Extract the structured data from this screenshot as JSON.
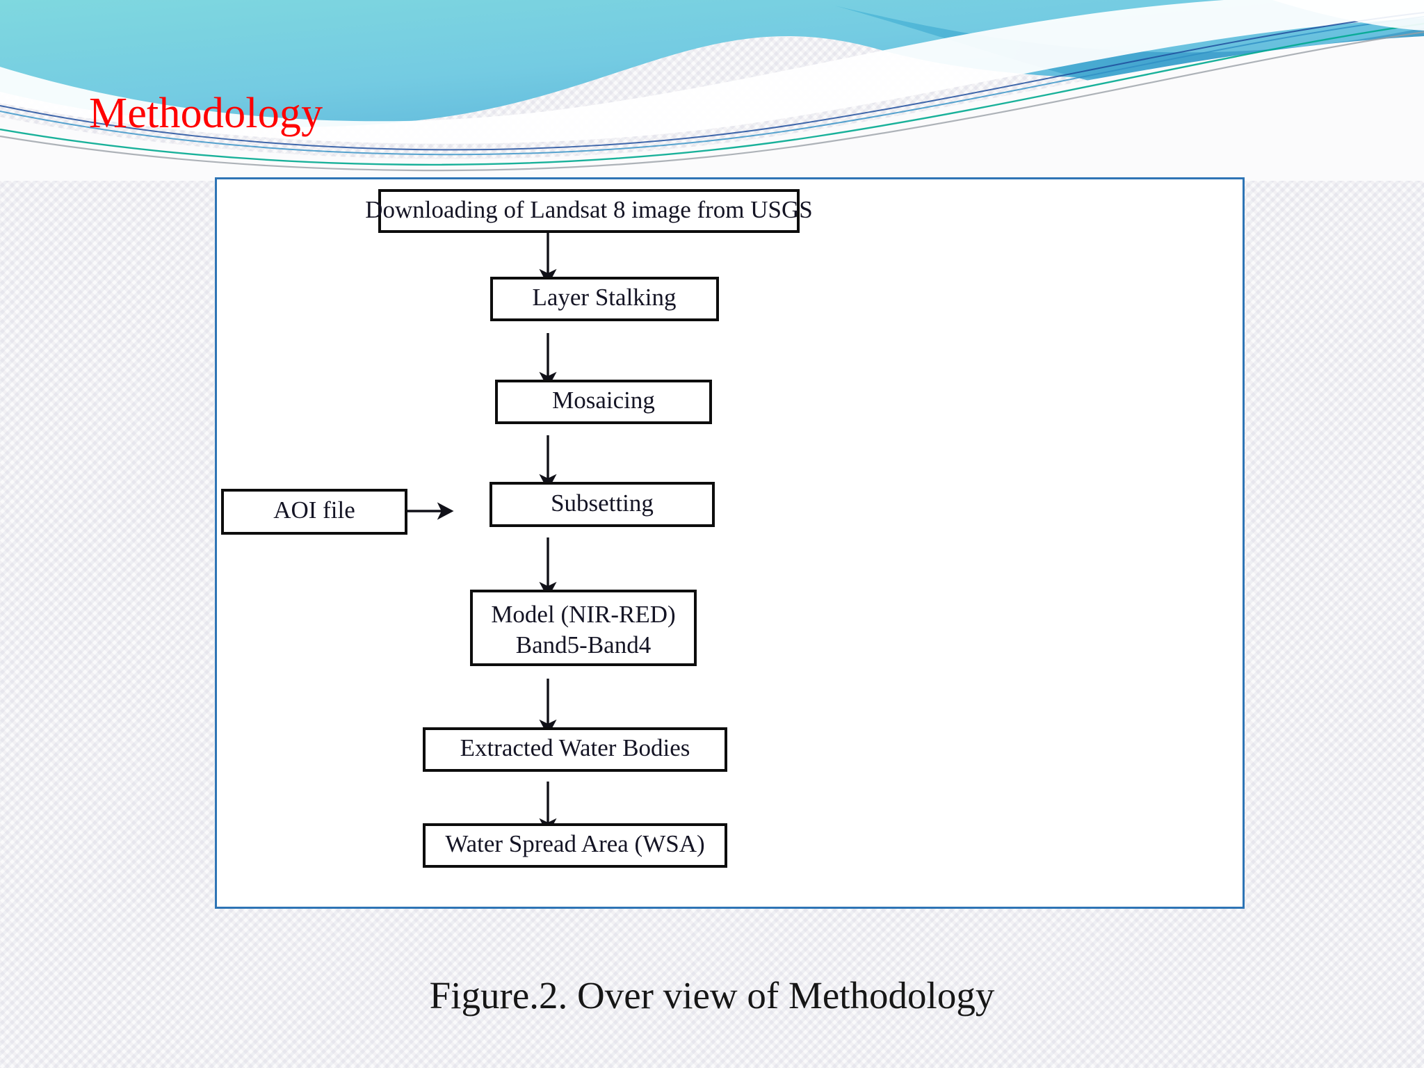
{
  "slide": {
    "title": "Methodology",
    "title_color": "#FF0000",
    "background_color": "#FAFAFB",
    "banner_colors": {
      "cyan": "#6FD3DE",
      "sky_blue": "#62BCE0",
      "steel_blue": "#3E9FCC",
      "teal_line": "#00A88F",
      "navy_line": "#1F4E9C",
      "gray_line": "#9AA0A6",
      "white": "#FFFFFF"
    }
  },
  "figure": {
    "border_color": "#2E74B5",
    "caption": "Figure.2. Over view of Methodology"
  },
  "chart_data": {
    "type": "diagram",
    "title": "Over view of Methodology",
    "nodes": [
      {
        "id": "download",
        "label": "Downloading of Landsat 8 image from USGS",
        "lines": [
          "Downloading of Landsat 8 image from USGS"
        ]
      },
      {
        "id": "stacking",
        "label": "Layer Stalking",
        "lines": [
          "Layer Stalking"
        ]
      },
      {
        "id": "mosaicing",
        "label": "Mosaicing",
        "lines": [
          "Mosaicing"
        ]
      },
      {
        "id": "aoi",
        "label": "AOI file",
        "lines": [
          "AOI file"
        ]
      },
      {
        "id": "subsetting",
        "label": "Subsetting",
        "lines": [
          "Subsetting"
        ]
      },
      {
        "id": "model",
        "label": "Model (NIR-RED) Band5-Band4",
        "lines": [
          "Model (NIR-RED)",
          "Band5-Band4"
        ]
      },
      {
        "id": "extracted",
        "label": "Extracted Water Bodies",
        "lines": [
          "Extracted Water Bodies"
        ]
      },
      {
        "id": "wsa",
        "label": "Water Spread Area (WSA)",
        "lines": [
          "Water Spread Area (WSA)"
        ]
      }
    ],
    "edges": [
      {
        "from": "download",
        "to": "stacking",
        "direction": "down"
      },
      {
        "from": "stacking",
        "to": "mosaicing",
        "direction": "down"
      },
      {
        "from": "mosaicing",
        "to": "subsetting",
        "direction": "down"
      },
      {
        "from": "aoi",
        "to": "subsetting",
        "direction": "right"
      },
      {
        "from": "subsetting",
        "to": "model",
        "direction": "down"
      },
      {
        "from": "model",
        "to": "extracted",
        "direction": "down"
      },
      {
        "from": "extracted",
        "to": "wsa",
        "direction": "down"
      }
    ]
  }
}
